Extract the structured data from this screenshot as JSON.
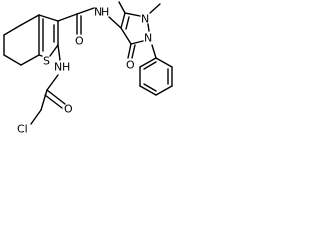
{
  "molecule": {
    "atoms": {
      "s_ring": "S",
      "n_amide1": "N",
      "h_amide1": "H",
      "n_amide2": "N",
      "h_amide2": "H",
      "o_amide1": "O",
      "o_amide2": "O",
      "o_pyrazolone": "O",
      "n_pyrazole1": "N",
      "n_pyrazole2": "N",
      "cl": "Cl"
    }
  }
}
